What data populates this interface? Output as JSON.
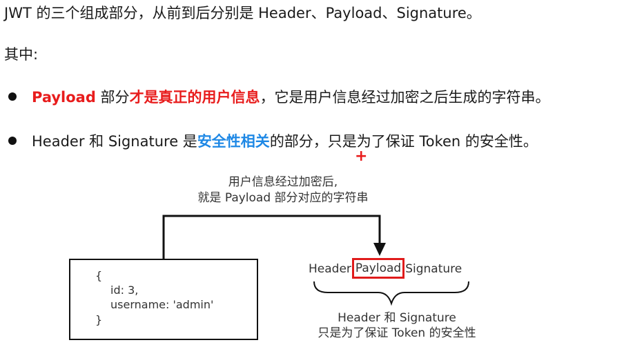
{
  "intro": "JWT 的三个组成部分，从前到后分别是 Header、Payload、Signature。",
  "qizhong": "其中:",
  "bullet1": {
    "payload": "Payload",
    "part1": " 部分",
    "highlight": "才是真正的用户信息",
    "rest": "，它是用户信息经过加密之后生成的字符串。"
  },
  "bullet2": {
    "part1": "Header 和 Signature 是",
    "highlight": "安全性相关",
    "rest": "的部分，只是为了保证 Token 的安全性。"
  },
  "cursor": "+",
  "diagram": {
    "top_caption_1": "用户信息经过加密后,",
    "top_caption_2": "就是 Payload 部分对应的字符串",
    "token_header": "Header",
    "token_payload": "Payload",
    "token_signature": "Signature",
    "json_open": "{",
    "json_id": "id: 3,",
    "json_username": "username: 'admin'",
    "json_close": "}",
    "bottom_caption_1": "Header 和 Signature",
    "bottom_caption_2": "只是为了保证 Token 的安全性"
  },
  "colors": {
    "red_highlight": "#e81c1c",
    "blue_highlight": "#1e88e5",
    "payload_box_border": "#e01b1b"
  }
}
